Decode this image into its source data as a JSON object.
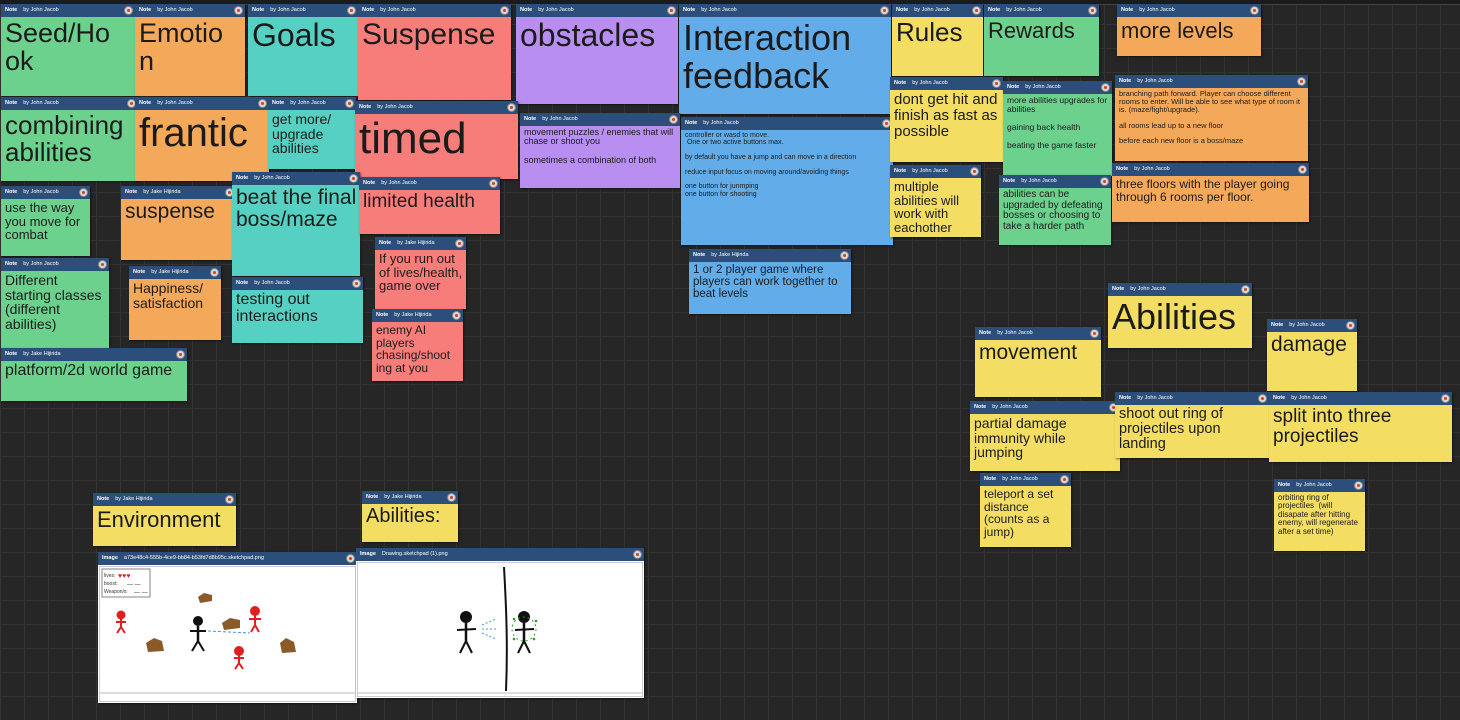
{
  "colors": {
    "green": "#6dd18e",
    "orange": "#f4a95a",
    "teal": "#56d0c2",
    "red": "#f77d7b",
    "purple": "#b88ff0",
    "blue": "#62ade9",
    "yellow": "#f3dd63",
    "header": "#2b4f7a",
    "canvas": "#262626"
  },
  "notes": [
    {
      "id": "seed-hook",
      "kind": "Note",
      "author": "by John Jacob",
      "text": "Seed/Ho ok"
    },
    {
      "id": "emotion",
      "kind": "Note",
      "author": "by John Jacob",
      "text": "Emotio n"
    },
    {
      "id": "goals",
      "kind": "Note",
      "author": "by John Jacob",
      "text": "Goals"
    },
    {
      "id": "suspense-head",
      "kind": "Note",
      "author": "by John Jacob",
      "text": "Suspense"
    },
    {
      "id": "obstacles",
      "kind": "Note",
      "author": "by John Jacob",
      "text": "obstacles"
    },
    {
      "id": "interaction-feedback",
      "kind": "Note",
      "author": "by John Jacob",
      "text": "Interaction feedback"
    },
    {
      "id": "rules",
      "kind": "Note",
      "author": "by John Jacob",
      "text": "Rules"
    },
    {
      "id": "rewards",
      "kind": "Note",
      "author": "by John Jacob",
      "text": "Rewards"
    },
    {
      "id": "more-levels",
      "kind": "Note",
      "author": "by John Jacob",
      "text": "more levels"
    },
    {
      "id": "combining-abilities",
      "kind": "Note",
      "author": "by John Jacob",
      "text": "combining abilities"
    },
    {
      "id": "frantic",
      "kind": "Note",
      "author": "by John Jacob",
      "text": "frantic"
    },
    {
      "id": "get-more-upgrade",
      "kind": "Note",
      "author": "by John Jacob",
      "text": "get more/ upgrade abilities"
    },
    {
      "id": "timed",
      "kind": "Note",
      "author": "by John Jacob",
      "text": "timed"
    },
    {
      "id": "movement-puzzles",
      "kind": "Note",
      "author": "by John Jacob",
      "text": "movement puzzles / enemies that will chase or shoot you\n\nsometimes a combination of both"
    },
    {
      "id": "controller",
      "kind": "Note",
      "author": "by John Jacob",
      "text": "controller or wasd to move.\n One or two active buttons max.\n\nby default you have a jump and can move in a direction\n\nreduce input focus on moving around/avoiding things\n\none button for junmping\none button for shooting"
    },
    {
      "id": "dont-get-hit",
      "kind": "Note",
      "author": "by John Jacob",
      "text": "dont get hit and finish as fast as possible"
    },
    {
      "id": "more-abilities-upgrades",
      "kind": "Note",
      "author": "by John Jacob",
      "text": "more abilities upgrades for abilities\n\ngaining back health\n\nbeating the game faster"
    },
    {
      "id": "branching-path",
      "kind": "Note",
      "author": "by John Jacob",
      "text": "branching path forward. Player can choose different rooms to enter. Will be able to see what type of room it is. (maze/fight/upgrade).\n\nall rooms lead up to a new floor\n\nbefore each new floor is a boss/maze"
    },
    {
      "id": "use-the-way",
      "kind": "Note",
      "author": "by John Jacob",
      "text": "use the way you move for combat"
    },
    {
      "id": "suspense-jake",
      "kind": "Note",
      "author": "by Jake Hijirida",
      "text": "suspense"
    },
    {
      "id": "beat-final-boss",
      "kind": "Note",
      "author": "by John Jacob",
      "text": "beat the final boss/maze"
    },
    {
      "id": "limited-health",
      "kind": "Note",
      "author": "by John Jacob",
      "text": "limited health"
    },
    {
      "id": "multiple-abilities",
      "kind": "Note",
      "author": "by John Jacob",
      "text": "multiple abilities will work with eachother"
    },
    {
      "id": "abilities-upgraded",
      "kind": "Note",
      "author": "by John Jacob",
      "text": "abilities can be upgraded by defeating bosses or choosing to take a harder path"
    },
    {
      "id": "three-floors",
      "kind": "Note",
      "author": "by John Jacob",
      "text": "three floors with the player going through 6 rooms per floor."
    },
    {
      "id": "if-you-run-out",
      "kind": "Note",
      "author": "by Jake Hijirida",
      "text": "If you run out of lives/health, game over"
    },
    {
      "id": "one-or-two-player",
      "kind": "Note",
      "author": "by Jake Hijirida",
      "text": "1 or 2 player game where players can work together to beat levels"
    },
    {
      "id": "different-classes",
      "kind": "Note",
      "author": "by John Jacob",
      "text": "Different starting classes (different abilities)"
    },
    {
      "id": "happiness",
      "kind": "Note",
      "author": "by Jake Hijirida",
      "text": "Happiness/ satisfaction"
    },
    {
      "id": "testing-out",
      "kind": "Note",
      "author": "by John Jacob",
      "text": "testing out interactions"
    },
    {
      "id": "enemy-ai",
      "kind": "Note",
      "author": "by Jake Hijirida",
      "text": "enemy AI players chasing/shoot ing at you"
    },
    {
      "id": "abilities-big",
      "kind": "Note",
      "author": "by John Jacob",
      "text": "Abilities"
    },
    {
      "id": "movement",
      "kind": "Note",
      "author": "by John Jacob",
      "text": "movement"
    },
    {
      "id": "damage",
      "kind": "Note",
      "author": "by John Jacob",
      "text": "damage"
    },
    {
      "id": "platform",
      "kind": "Note",
      "author": "by Jake Hijirida",
      "text": "platform/2d world game"
    },
    {
      "id": "partial-damage",
      "kind": "Note",
      "author": "by John Jacob",
      "text": "partial damage immunity while jumping"
    },
    {
      "id": "shoot-ring",
      "kind": "Note",
      "author": "by John Jacob",
      "text": "shoot out ring of projectiles upon landing"
    },
    {
      "id": "split-three",
      "kind": "Note",
      "author": "by John Jacob",
      "text": "split into three projectiles"
    },
    {
      "id": "teleport",
      "kind": "Note",
      "author": "by John Jacob",
      "text": "teleport a set distance (counts as a jump)"
    },
    {
      "id": "orbiting-ring",
      "kind": "Note",
      "author": "by John Jacob",
      "text": "orbiting ring of projectiles  (will disapate after hitting enemy, will regenerate after a set time)"
    },
    {
      "id": "environment",
      "kind": "Note",
      "author": "by Jake Hijirida",
      "text": "Environment"
    },
    {
      "id": "abilities-colon",
      "kind": "Note",
      "author": "by Jake Hijirida",
      "text": "Abilities:"
    }
  ],
  "images": [
    {
      "id": "sketch-1",
      "kind": "Image",
      "filename": "a73e48c4-555b-4ce9-bb84-b53fd7d8b95c.sketchpad.png",
      "legend": [
        "lives: ",
        "boost: ",
        "Weapon/s: "
      ]
    },
    {
      "id": "sketch-2",
      "kind": "Image",
      "filename": "Drawing.sketchpad (1).png"
    }
  ]
}
